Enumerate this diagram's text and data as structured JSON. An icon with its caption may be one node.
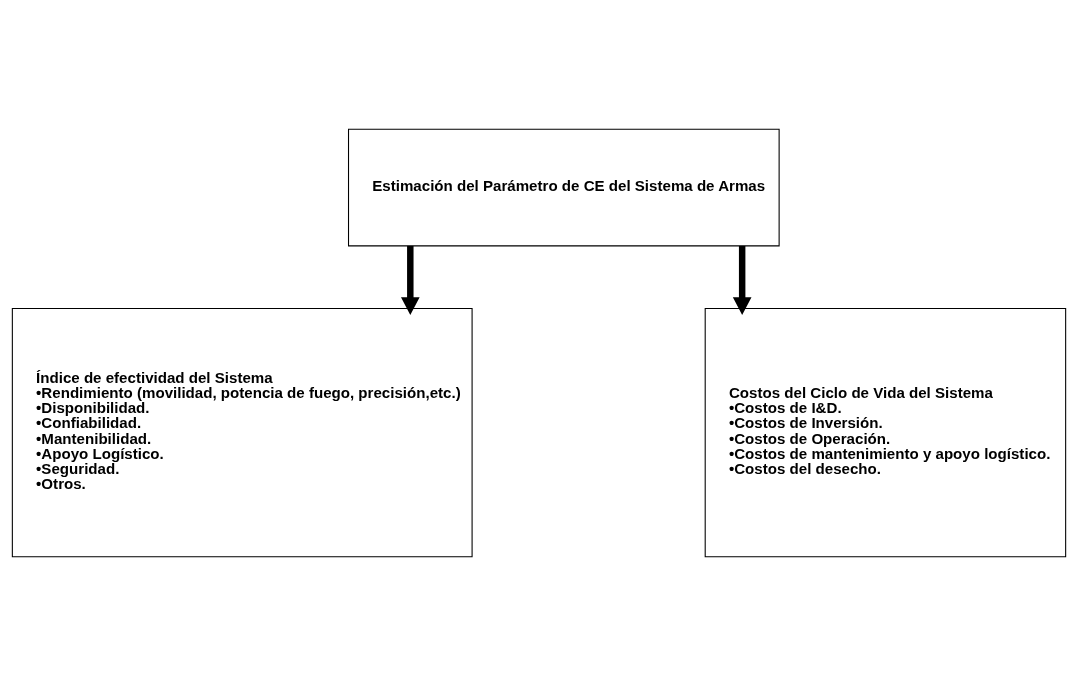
{
  "diagram": {
    "nodes": [
      {
        "text": [
          "Estimación del Parámetro de CE del Sistema de Armas"
        ]
      },
      {
        "text": [
          "Índice de efectividad del Sistema",
          "•Rendimiento (movilidad, potencia de fuego, precisión,etc.)",
          "•Disponibilidad.",
          "•Confiabilidad.",
          "•Mantenibilidad.",
          "•Apoyo Logístico.",
          "•Seguridad.",
          "•Otros."
        ]
      },
      {
        "text": [
          "Costos del Ciclo de Vida del Sistema",
          "•Costos de I&D.",
          "•Costos de Inversión.",
          "•Costos de Operación.",
          "•Costos de mantenimiento y apoyo logístico.",
          "•Costos del desecho."
        ]
      }
    ],
    "edges": [
      {
        "from": 0,
        "to": 1,
        "arrow": "to"
      },
      {
        "from": 0,
        "to": 2,
        "arrow": "to"
      }
    ]
  }
}
